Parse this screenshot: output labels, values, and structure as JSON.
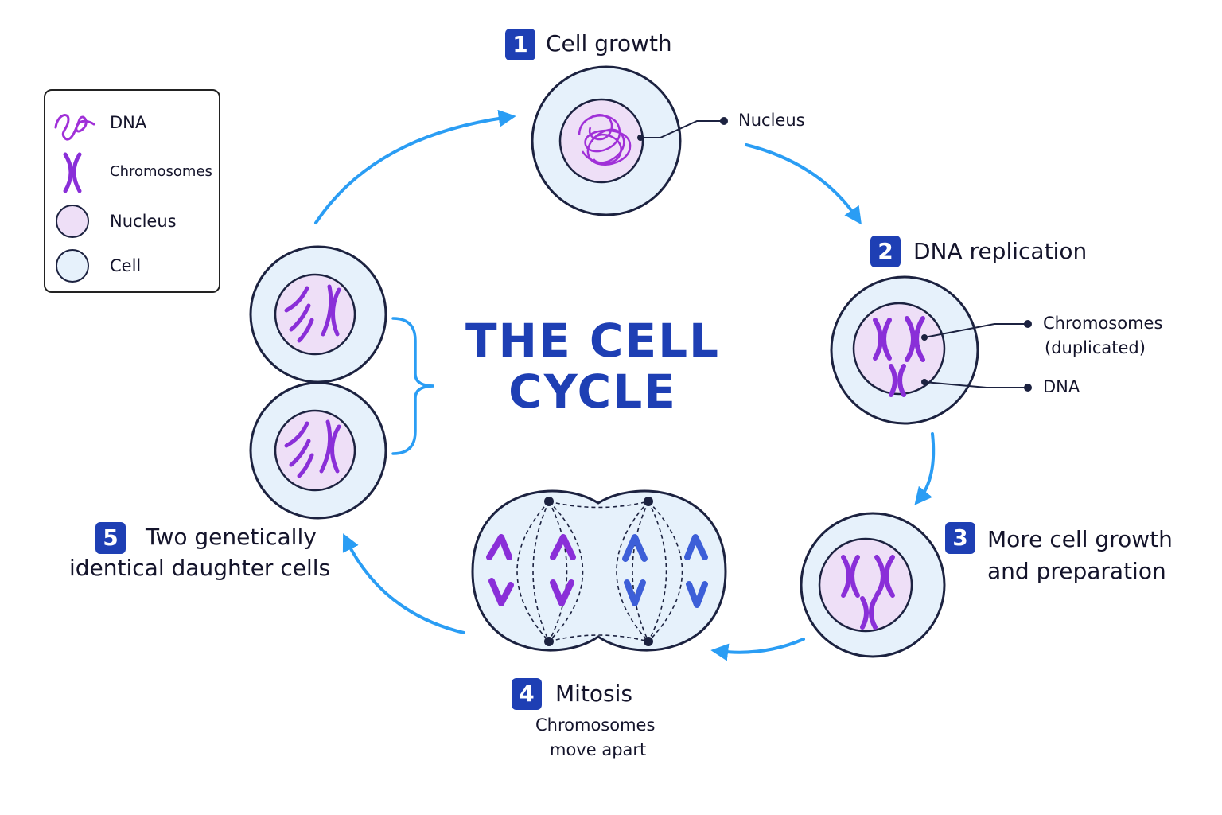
{
  "title": "THE CELL CYCLE",
  "legend": {
    "items": [
      {
        "label": "DNA",
        "icon": "dna-strand-icon"
      },
      {
        "label": "Chromosomes",
        "icon": "chromosome-icon"
      },
      {
        "label": "Nucleus",
        "icon": "nucleus-icon"
      },
      {
        "label": "Cell",
        "icon": "cell-icon"
      }
    ]
  },
  "stages": [
    {
      "number": "1",
      "title": "Cell growth",
      "annotations": [
        "Nucleus"
      ]
    },
    {
      "number": "2",
      "title": "DNA replication",
      "annotations": [
        "Chromosomes",
        "(duplicated)",
        "DNA"
      ]
    },
    {
      "number": "3",
      "title_lines": [
        "More cell growth",
        "and preparation"
      ]
    },
    {
      "number": "4",
      "title": "Mitosis",
      "subtitle_lines": [
        "Chromosomes",
        "move apart"
      ]
    },
    {
      "number": "5",
      "title_lines": [
        "Two genetically",
        "identical daughter cells"
      ]
    }
  ],
  "colors": {
    "accent": "#1e3fb4",
    "arrow": "#2a9df4",
    "cell_fill": "#e6f1fb",
    "nucleus_fill": "#eedff7",
    "dna": "#a030d8",
    "chromosome_purple": "#8a2fd8",
    "chromosome_blue": "#3d5fd8",
    "outline": "#1c2240"
  }
}
